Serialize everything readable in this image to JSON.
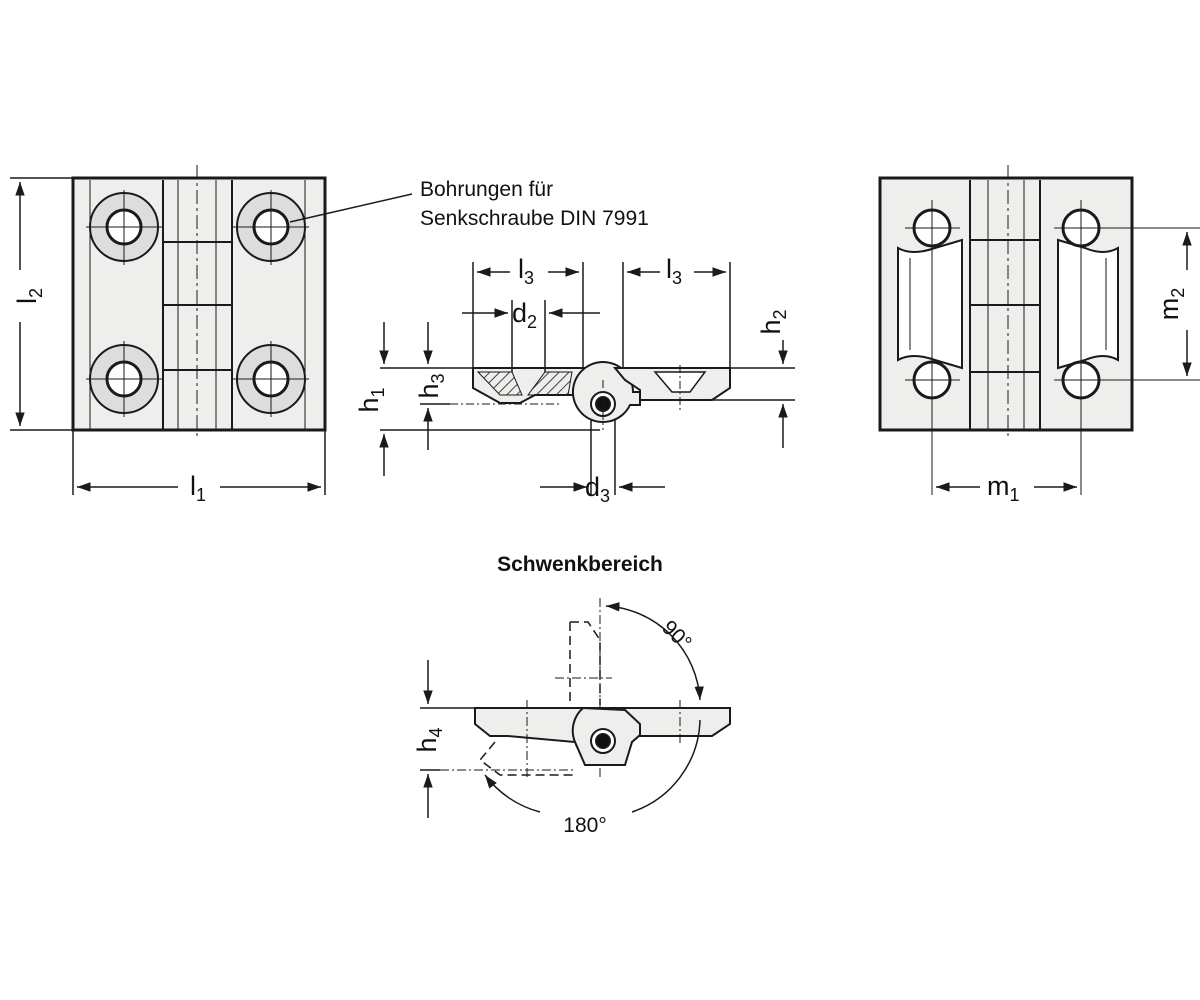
{
  "annotation": {
    "line1": "Bohrungen für",
    "line2": "Senkschraube  DIN 7991"
  },
  "section_title": "Schwenkbereich",
  "dimensions": {
    "l1": {
      "letter": "l",
      "index": "1"
    },
    "l2": {
      "letter": "l",
      "index": "2"
    },
    "l3": {
      "letter": "l",
      "index": "3"
    },
    "d2": {
      "letter": "d",
      "index": "2"
    },
    "d3": {
      "letter": "d",
      "index": "3"
    },
    "h1": {
      "letter": "h",
      "index": "1"
    },
    "h2": {
      "letter": "h",
      "index": "2"
    },
    "h3": {
      "letter": "h",
      "index": "3"
    },
    "h4": {
      "letter": "h",
      "index": "4"
    },
    "m1": {
      "letter": "m",
      "index": "1"
    },
    "m2": {
      "letter": "m",
      "index": "2"
    }
  },
  "angles": {
    "a90": "90°",
    "a180": "180°"
  },
  "colors": {
    "line": "#1a1a1a",
    "fill": "#eeeeec",
    "hatch": "#444444"
  }
}
